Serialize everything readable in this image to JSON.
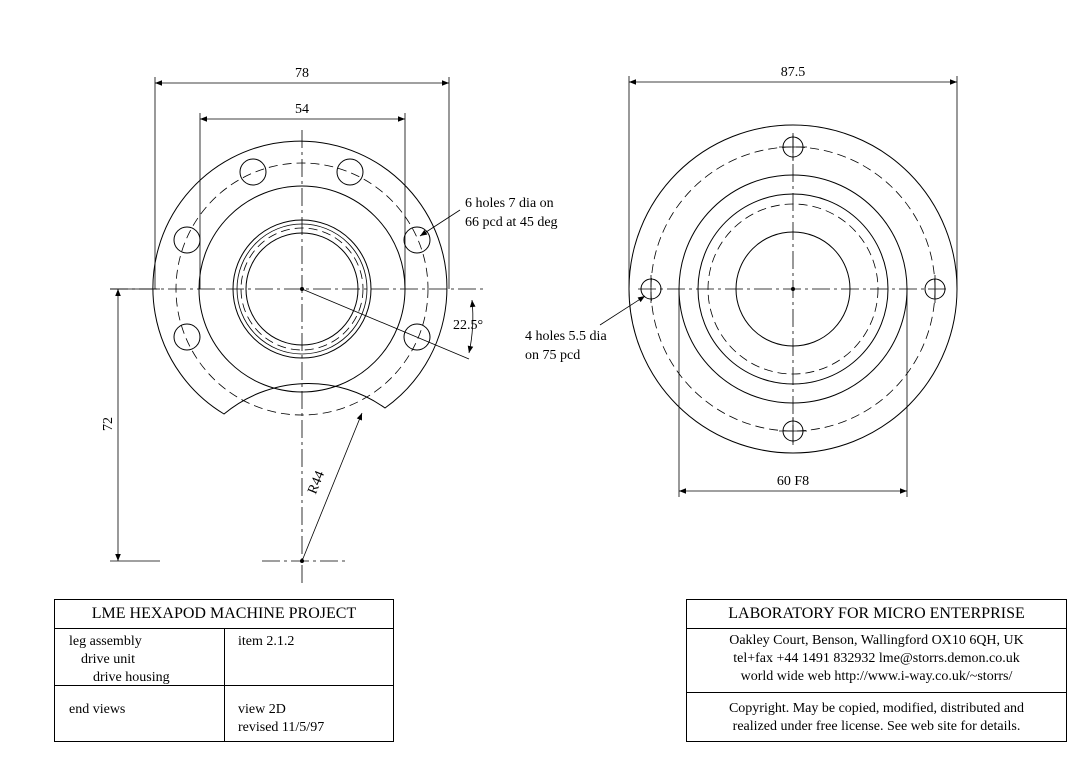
{
  "left_view": {
    "dim_outer": "78",
    "dim_inner": "54",
    "dim_height": "72",
    "dim_radius": "R44",
    "dim_angle": "22.5°",
    "note_holes": [
      "6 holes 7 dia on",
      "66 pcd at 45 deg"
    ]
  },
  "right_view": {
    "dim_outer": "87.5",
    "dim_spigot": "60 F8",
    "note_holes": [
      "4 holes 5.5 dia",
      "on 75 pcd"
    ]
  },
  "title_block_left": {
    "header": "LME HEXAPOD MACHINE  PROJECT",
    "assembly": [
      "leg assembly",
      "drive unit",
      "drive housing"
    ],
    "item": "item 2.1.2",
    "views": "end views",
    "view": "view 2D",
    "revised": "revised 11/5/97"
  },
  "title_block_right": {
    "header": "LABORATORY FOR MICRO ENTERPRISE",
    "address": [
      "Oakley Court, Benson, Wallingford OX10 6QH, UK",
      "tel+fax +44 1491 832932  lme@storrs.demon.co.uk",
      "world wide web  http://www.i-way.co.uk/~storrs/"
    ],
    "license": [
      "Copyright. May be copied, modified, distributed and",
      "realized under free license. See web site for details."
    ]
  }
}
